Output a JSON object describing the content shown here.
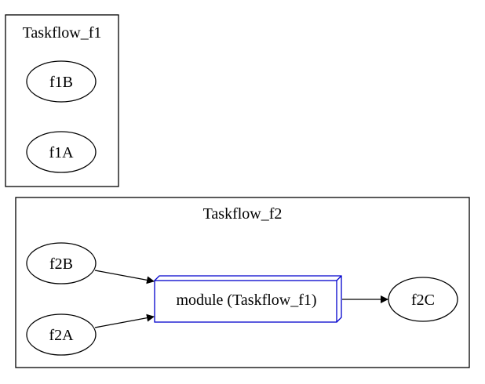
{
  "clusters": {
    "f1": {
      "label": "Taskflow_f1"
    },
    "f2": {
      "label": "Taskflow_f2"
    }
  },
  "nodes": {
    "f1B": {
      "label": "f1B"
    },
    "f1A": {
      "label": "f1A"
    },
    "f2B": {
      "label": "f2B"
    },
    "f2A": {
      "label": "f2A"
    },
    "module": {
      "label": "module (Taskflow_f1)"
    },
    "f2C": {
      "label": "f2C"
    }
  },
  "edges": [
    {
      "from": "f2B",
      "to": "module"
    },
    {
      "from": "f2A",
      "to": "module"
    },
    {
      "from": "module",
      "to": "f2C"
    }
  ],
  "colors": {
    "stroke": "#000000",
    "module_stroke": "#0000cd",
    "background": "#ffffff"
  }
}
